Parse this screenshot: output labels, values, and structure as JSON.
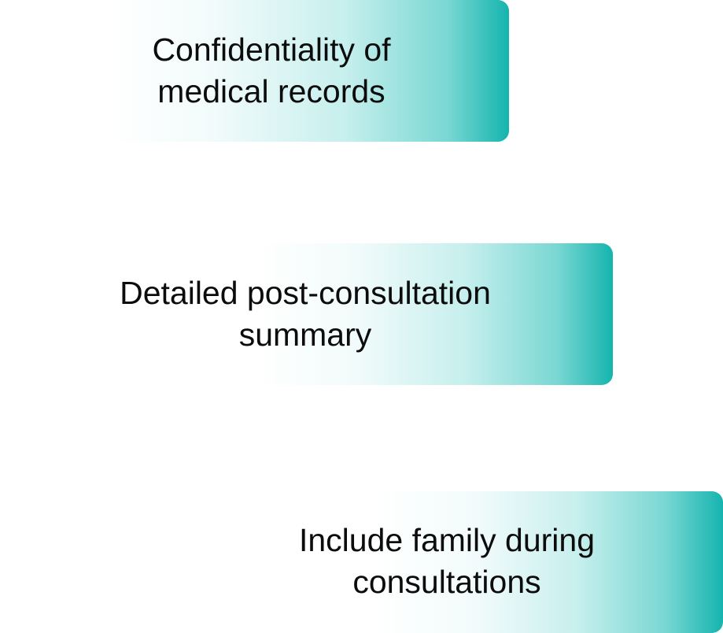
{
  "features": [
    {
      "lines": [
        "Confidentiality of",
        "medical records"
      ]
    },
    {
      "lines": [
        "Detailed post-consultation",
        "summary"
      ]
    },
    {
      "lines": [
        "Include family during",
        "consultations"
      ]
    }
  ],
  "colors": {
    "accent": "#15b4ae",
    "accent_light": "#c6efed",
    "text": "#0c0c0c",
    "background": "#ffffff"
  }
}
